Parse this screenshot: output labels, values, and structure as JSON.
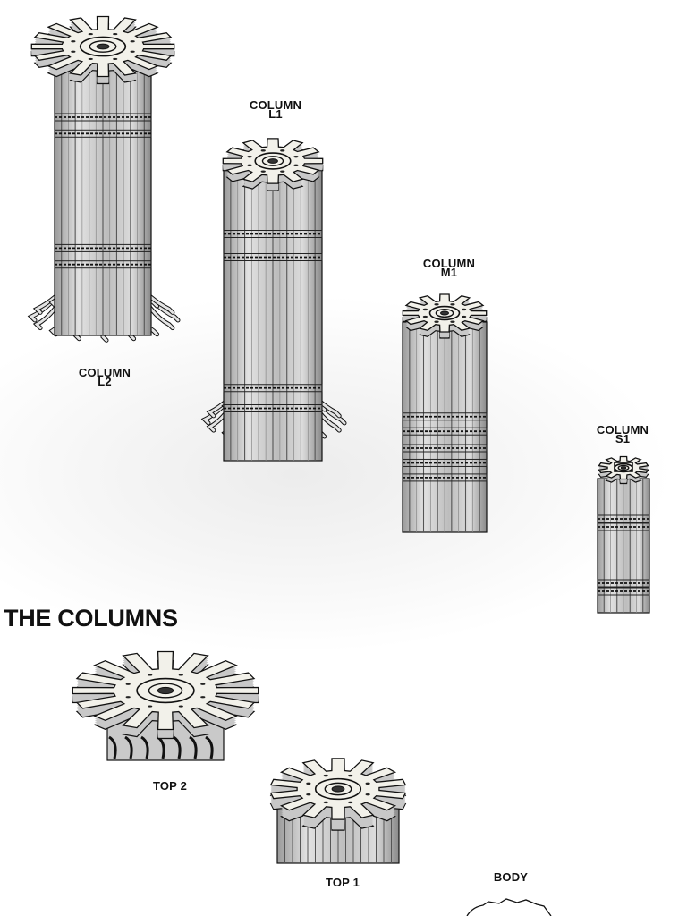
{
  "page": {
    "title": "THE COLUMNS"
  },
  "labels": {
    "column_l2": {
      "line1": "COLUMN",
      "line2": "L2"
    },
    "column_l1": {
      "line1": "COLUMN",
      "line2": "L1"
    },
    "column_m1": {
      "line1": "COLUMN",
      "line2": "M1"
    },
    "column_s1": {
      "line1": "COLUMN",
      "line2": "S1"
    },
    "top_2": "TOP 2",
    "top_1": "TOP 1",
    "body": "BODY"
  },
  "colors": {
    "line": "#111111",
    "face": "#f2f1ea",
    "shaft": "#cfcfcf"
  }
}
